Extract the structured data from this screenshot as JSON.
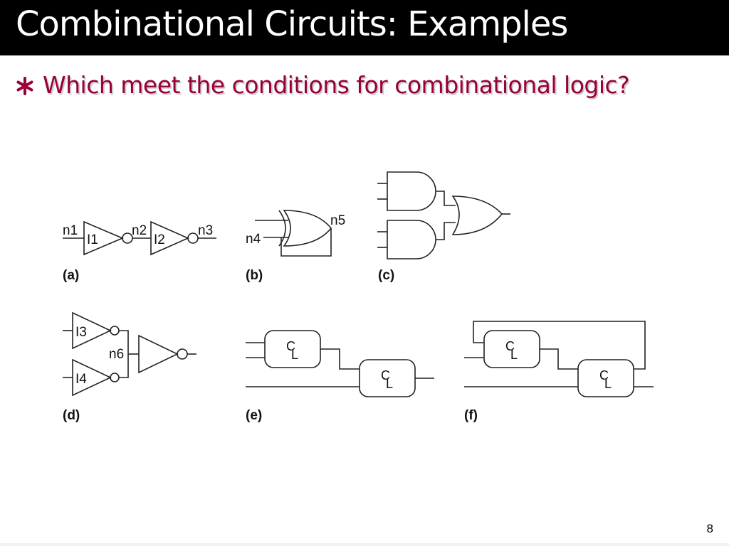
{
  "slide": {
    "title": "Combinational Circuits:  Examples",
    "bullet_icon": "asterisk-bullet-icon",
    "question": "Which meet the conditions for combinational logic?",
    "page_number": "8"
  },
  "diagram": {
    "a": {
      "caption": "(a)",
      "labels": [
        "n1",
        "I1",
        "n2",
        "I2",
        "n3"
      ]
    },
    "b": {
      "caption": "(b)",
      "labels": [
        "n5",
        "n4"
      ]
    },
    "c": {
      "caption": "(c)"
    },
    "d": {
      "caption": "(d)",
      "labels": [
        "I3",
        "n6",
        "I4"
      ]
    },
    "e": {
      "caption": "(e)",
      "cl_label": "CL"
    },
    "f": {
      "caption": "(f)",
      "cl_label": "CL"
    }
  },
  "colors": {
    "title_bg": "#000000",
    "title_text": "#ffffff",
    "accent": "#99003a",
    "line": "#222222"
  }
}
